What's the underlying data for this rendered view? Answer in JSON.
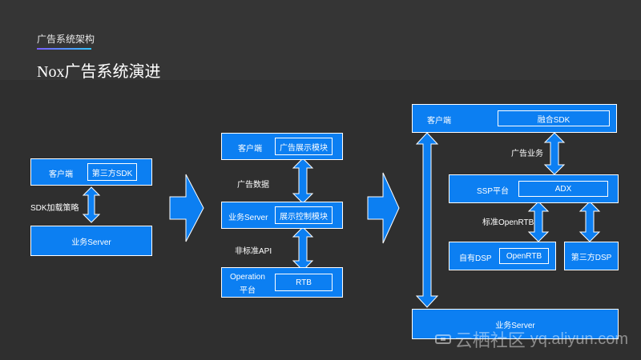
{
  "header": {
    "section": "广告系统架构",
    "title": "Nox广告系统演进"
  },
  "diagram1": {
    "client": "客户端",
    "sdk": "第三方SDK",
    "edge_label": "SDK加载策略",
    "server": "业务Server"
  },
  "diagram2": {
    "client": "客户端",
    "display_module": "广告展示模块",
    "edge_data": "广告数据",
    "server": "业务Server",
    "control_module": "展示控制模块",
    "edge_api": "非标准API",
    "operation_line1": "Operation",
    "operation_line2": "平台",
    "rtb": "RTB"
  },
  "diagram3": {
    "client": "客户端",
    "fusion_sdk": "融合SDK",
    "edge_business": "广告业务",
    "ssp": "SSP平台",
    "adx": "ADX",
    "edge_openrtb": "标准OpenRTB",
    "own_dsp": "自有DSP",
    "openrtb": "OpenRTB",
    "third_dsp": "第三方DSP",
    "server": "业务Server"
  },
  "watermark": {
    "cn": "云栖社区",
    "url": "yq.aliyun.com"
  },
  "colors": {
    "box_blue": "#0c7ff2",
    "background": "#2f2f2f",
    "arrow_blue": "#0c7ff2"
  }
}
